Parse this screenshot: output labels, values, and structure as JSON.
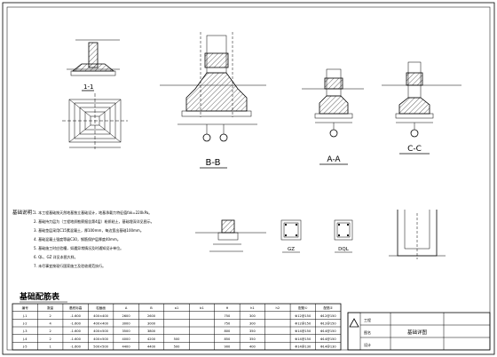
{
  "labels": {
    "sec_11": "1-1",
    "sec_bb": "B-B",
    "sec_aa": "A-A",
    "sec_cc": "C-C",
    "gz": "GZ",
    "dql": "DQL",
    "notes_title": "基础说明：",
    "table_title": "基础配筋表",
    "title_block_name": "基础详图"
  },
  "notes": [
    "1. 本工程基础按天然地基独立基础设计，地基承载力特征值fak=220kPa。",
    "2. 基础持力层为（工程地质勘察报告第4层）粉质粘土，基础埋深详见图示。",
    "3. 基础垫层采用C15素混凝土，厚100mm，每边宽出基础100mm。",
    "4. 基础混凝土强度等级C30，钢筋保护层厚度40mm。",
    "5. 基础施工时应验槽，如遇异常情况及时通知设计单位。",
    "6. QL、GZ 详见本图大样。",
    "7. 未尽事宜按现行国家施工及验收规范执行。"
  ],
  "table": {
    "headers": [
      "编号",
      "数量",
      "基底标高",
      "柱截面",
      "A",
      "B",
      "a1",
      "b1",
      "H",
      "h1",
      "h2",
      "配筋①",
      "配筋②"
    ],
    "rows": [
      [
        "J-1",
        "2",
        "-1.600",
        "400×400",
        "2600",
        "2600",
        "",
        "",
        "750",
        "300",
        "",
        "Φ12@150",
        "Φ12@150"
      ],
      [
        "J-2",
        "4",
        "-1.600",
        "400×400",
        "3000",
        "3000",
        "",
        "",
        "750",
        "300",
        "",
        "Φ12@150",
        "Φ12@150"
      ],
      [
        "J-3",
        "2",
        "-1.600",
        "400×500",
        "3500",
        "3800",
        "",
        "",
        "800",
        "350",
        "",
        "Φ14@150",
        "Φ14@150"
      ],
      [
        "J-4",
        "2",
        "-1.600",
        "400×500",
        "4000",
        "4200",
        "500",
        "",
        "850",
        "350",
        "",
        "Φ14@150",
        "Φ14@150"
      ],
      [
        "J-5",
        "1",
        "-1.600",
        "500×500",
        "4400",
        "4400",
        "500",
        "",
        "900",
        "400",
        "",
        "Φ14@130",
        "Φ14@130"
      ]
    ]
  },
  "title_block": {
    "row1": [
      "工程",
      "",
      ""
    ],
    "row2": [
      "图名",
      "",
      ""
    ],
    "row3": [
      "设计",
      "",
      ""
    ]
  }
}
